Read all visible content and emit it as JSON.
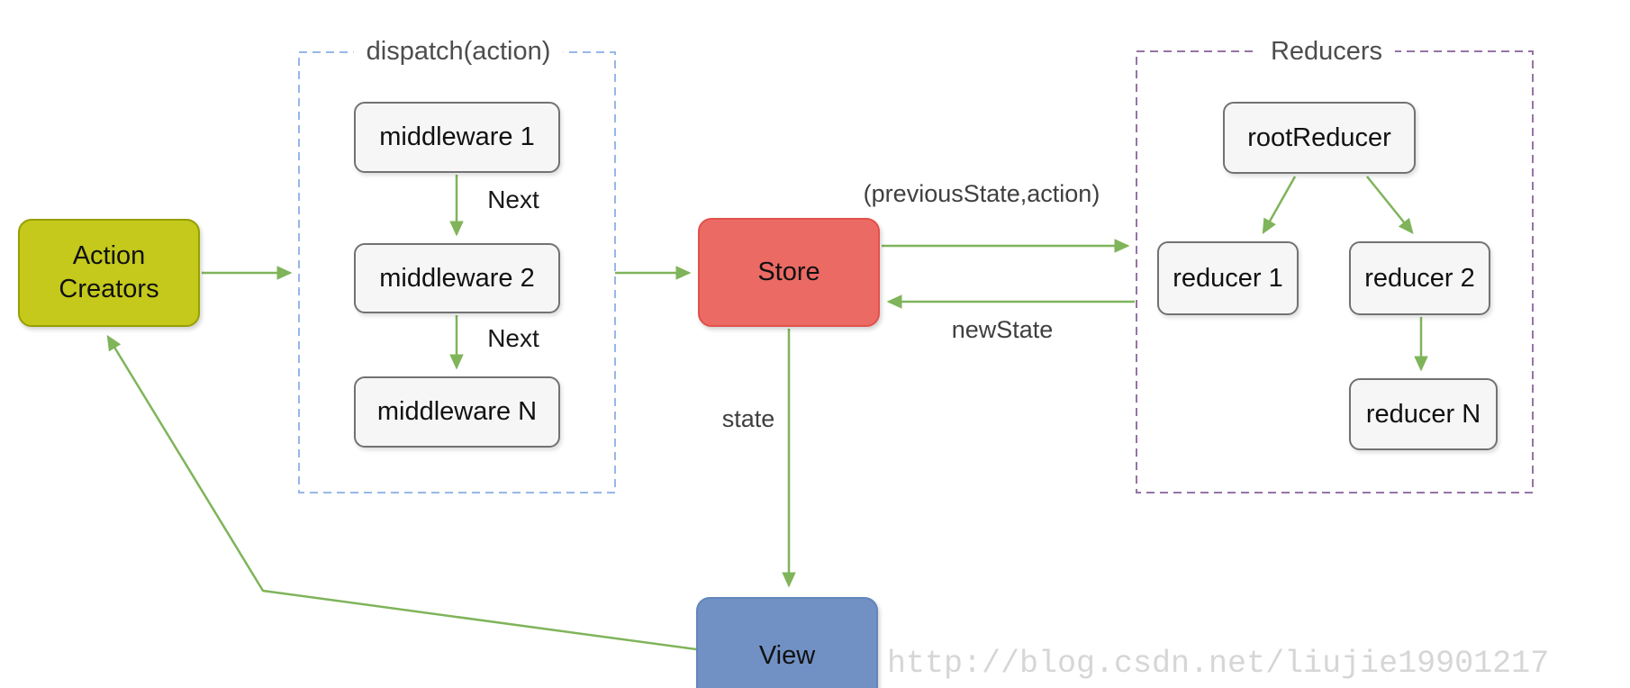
{
  "diagram": {
    "nodes": {
      "action_creators": {
        "label": "Action\nCreators"
      },
      "middleware_1": {
        "label": "middleware 1"
      },
      "middleware_2": {
        "label": "middleware 2"
      },
      "middleware_n": {
        "label": "middleware N"
      },
      "store": {
        "label": "Store"
      },
      "root_reducer": {
        "label": "rootReducer"
      },
      "reducer_1": {
        "label": "reducer 1"
      },
      "reducer_2": {
        "label": "reducer 2"
      },
      "reducer_n": {
        "label": "reducer N"
      },
      "view": {
        "label": "View"
      }
    },
    "groups": {
      "dispatch": {
        "label": "dispatch(action)"
      },
      "reducers": {
        "label": "Reducers"
      }
    },
    "edge_labels": {
      "next_1": "Next",
      "next_2": "Next",
      "previous_state_action": "(previousState,action)",
      "new_state": "newState",
      "state": "state"
    },
    "colors": {
      "action_creators_fill": "#c4c91c",
      "action_creators_border": "#96a000",
      "store_fill": "#ec6a64",
      "store_border": "#e2514b",
      "view_fill": "#7191c4",
      "view_border": "#6285ba",
      "mini_node_fill": "#f6f6f6",
      "mini_node_border": "#727272",
      "arrow_green": "#7fb45a",
      "dispatch_group_border": "#97b7e8",
      "reducers_group_border": "#9673a6",
      "watermark_gray": "#d6d6d6"
    }
  },
  "watermark": {
    "text": "http://blog.csdn.net/liujie19901217"
  }
}
